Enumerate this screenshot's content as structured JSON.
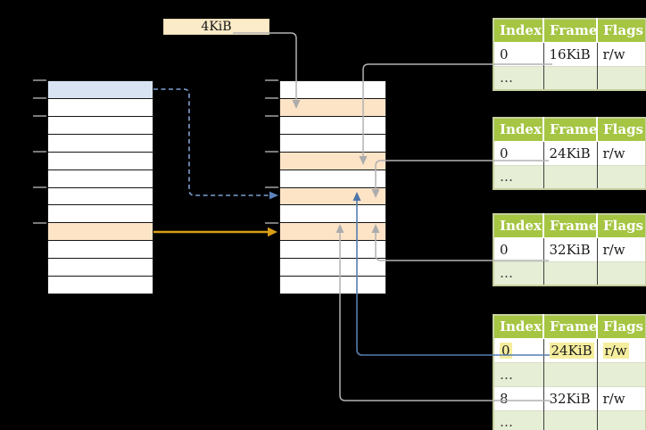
{
  "page_size_label": "4KiB",
  "virtual_table": {
    "row_count": 12,
    "selected_page_row": 0,
    "mapped_page_row": 8
  },
  "physical_table": {
    "row_count": 12,
    "frame_rows": [
      1,
      4,
      6,
      8
    ]
  },
  "page_tables": [
    {
      "name": "page-table-16kib",
      "headers": [
        "Index",
        "Frame",
        "Flags"
      ],
      "rows": [
        {
          "cells": [
            "0",
            "16KiB",
            "r/w"
          ],
          "shaded": false,
          "highlighted": false
        },
        {
          "cells": [
            "…",
            "",
            ""
          ],
          "shaded": true,
          "highlighted": false
        }
      ]
    },
    {
      "name": "page-table-24kib",
      "headers": [
        "Index",
        "Frame",
        "Flags"
      ],
      "rows": [
        {
          "cells": [
            "0",
            "24KiB",
            "r/w"
          ],
          "shaded": false,
          "highlighted": false
        },
        {
          "cells": [
            "…",
            "",
            ""
          ],
          "shaded": true,
          "highlighted": false
        }
      ]
    },
    {
      "name": "page-table-32kib",
      "headers": [
        "Index",
        "Frame",
        "Flags"
      ],
      "rows": [
        {
          "cells": [
            "0",
            "32KiB",
            "r/w"
          ],
          "shaded": false,
          "highlighted": false
        },
        {
          "cells": [
            "…",
            "",
            ""
          ],
          "shaded": true,
          "highlighted": false
        }
      ]
    },
    {
      "name": "page-table-level2",
      "headers": [
        "Index",
        "Frame",
        "Flags"
      ],
      "rows": [
        {
          "cells": [
            "0",
            "24KiB",
            "r/w"
          ],
          "shaded": false,
          "highlighted": true
        },
        {
          "cells": [
            "…",
            "",
            ""
          ],
          "shaded": true,
          "highlighted": false
        },
        {
          "cells": [
            "8",
            "32KiB",
            "r/w"
          ],
          "shaded": false,
          "highlighted": false
        },
        {
          "cells": [
            "…",
            "",
            ""
          ],
          "shaded": true,
          "highlighted": false
        }
      ]
    }
  ],
  "colors": {
    "table_header_green": "#a5c543",
    "table_row_green": "#e6eed6",
    "frame_orange": "#fde4c7",
    "page_blue": "#d9e4f3",
    "highlight_yellow": "#f5ee9e",
    "label_box_cream": "#fcebc8",
    "arrow_gray": "#b2b2b2",
    "arrow_solid_blue": "#567cb0",
    "arrow_dashed_blue": "#7e9fd2",
    "arrow_orange": "#d99e16"
  }
}
